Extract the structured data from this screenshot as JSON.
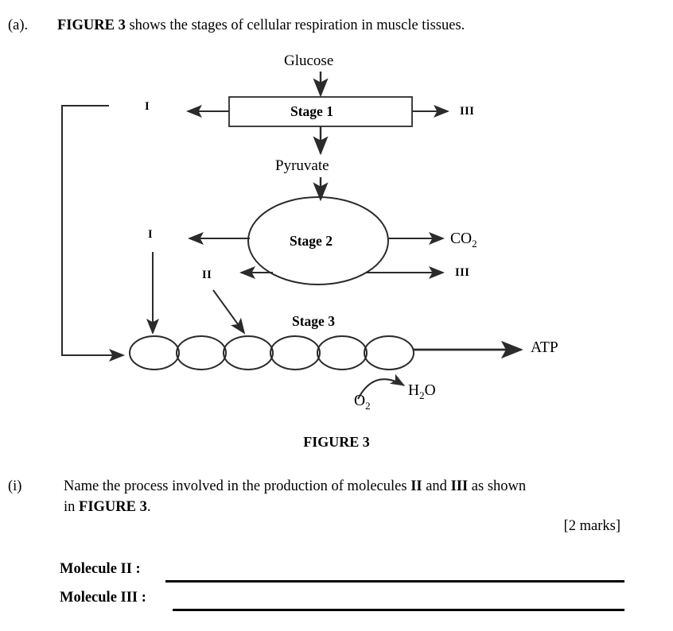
{
  "question": {
    "label": "(a).",
    "text_bold": "FIGURE 3",
    "text_rest": " shows the stages of cellular respiration in muscle tissues."
  },
  "figure": {
    "caption": "FIGURE 3",
    "labels": {
      "glucose": "Glucose",
      "stage1": "Stage 1",
      "pyruvate": "Pyruvate",
      "stage2": "Stage 2",
      "stage3": "Stage 3",
      "roman_i_top": "I",
      "roman_i_mid": "I",
      "roman_ii": "II",
      "roman_iii_top": "III",
      "roman_iii_mid": "III",
      "co2": "CO",
      "co2_sub": "2",
      "o2": "O",
      "o2_sub": "2",
      "h2o_h": "H",
      "h2o_sub": "2",
      "h2o_o": "O",
      "atp": "ATP"
    },
    "ellipse_chain_count": 6,
    "line_color": "#2b2b2b"
  },
  "subquestion": {
    "label": "(i)",
    "line1_part1": "Name the process involved in the production of molecules ",
    "line1_bold1": "II",
    "line1_part2": " and ",
    "line1_bold2": "III",
    "line1_part3": " as shown",
    "line2_part1": "in ",
    "line2_bold": "FIGURE 3",
    "line2_part2": ".",
    "marks": "[2 marks]"
  },
  "answers": [
    {
      "label": "Molecule II :",
      "value": ""
    },
    {
      "label": "Molecule III :",
      "value": ""
    }
  ]
}
